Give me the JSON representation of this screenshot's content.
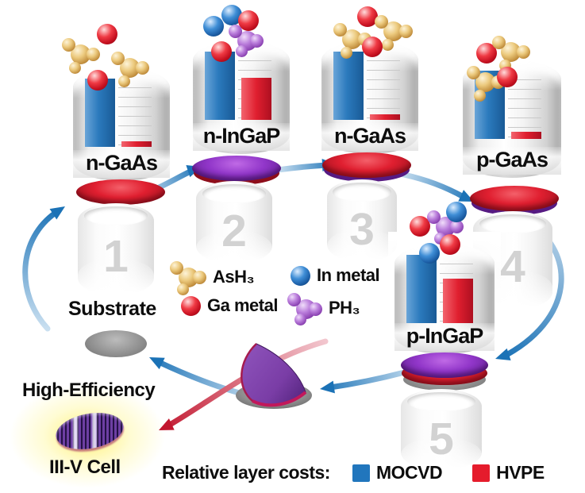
{
  "diagram": {
    "title_implied": "Cyclic III-V solar cell growth process",
    "colors": {
      "mocvd_blue": "#2176bd",
      "hvpe_red": "#e51c2c",
      "arrow_blue": "#1b72b6",
      "arrow_red": "#c2172f",
      "wafer_purple": "#9136c9",
      "substrate_gray": "#8f8f8f",
      "number_gray": "#d2d2d2",
      "glow_yellow": "#fff16e"
    },
    "stations": [
      {
        "number": "1",
        "layer_label": "n-GaAs",
        "wafer_color": "red",
        "gases": [
          "AsH₃",
          "Ga metal"
        ],
        "costs": {
          "mocvd": 1.0,
          "hvpe": 0.08
        }
      },
      {
        "number": "2",
        "layer_label": "n-InGaP",
        "wafer_color": "purple",
        "gases": [
          "In metal",
          "Ga metal",
          "PH₃"
        ],
        "costs": {
          "mocvd": 1.0,
          "hvpe": 0.62
        }
      },
      {
        "number": "3",
        "layer_label": "n-GaAs",
        "wafer_color": "red",
        "gases": [
          "AsH₃",
          "Ga metal"
        ],
        "costs": {
          "mocvd": 1.0,
          "hvpe": 0.08
        }
      },
      {
        "number": "4",
        "layer_label": "p-GaAs",
        "wafer_color": "red",
        "gases": [
          "AsH₃",
          "Ga metal"
        ],
        "costs": {
          "mocvd": 1.0,
          "hvpe": 0.1
        }
      },
      {
        "number": "5",
        "layer_label": "p-InGaP",
        "wafer_color": "purple-red-gray stack",
        "gases": [
          "PH₃",
          "In metal",
          "Ga metal"
        ],
        "costs": {
          "mocvd": 1.0,
          "hvpe": 0.65
        }
      }
    ],
    "molecule_legend": [
      {
        "name": "AsH₃",
        "icon": "gold-cluster-icon"
      },
      {
        "name": "Ga metal",
        "icon": "red-sphere-icon"
      },
      {
        "name": "In metal",
        "icon": "blue-sphere-icon"
      },
      {
        "name": "PH₃",
        "icon": "purple-cluster-icon"
      }
    ],
    "labels": {
      "substrate": "Substrate",
      "high_efficiency": "High-Efficiency",
      "cell": "III-V Cell"
    },
    "cost_legend": {
      "title": "Relative layer costs:",
      "items": [
        {
          "label": "MOCVD",
          "color": "#2176bd"
        },
        {
          "label": "HVPE",
          "color": "#e51c2c"
        }
      ]
    }
  },
  "chart_data": [
    {
      "type": "bar",
      "title": "Station 1 n-GaAs relative layer cost",
      "categories": [
        "MOCVD",
        "HVPE"
      ],
      "values": [
        1.0,
        0.08
      ],
      "ylim": [
        0,
        1
      ],
      "grid": true
    },
    {
      "type": "bar",
      "title": "Station 2 n-InGaP relative layer cost",
      "categories": [
        "MOCVD",
        "HVPE"
      ],
      "values": [
        1.0,
        0.62
      ],
      "ylim": [
        0,
        1
      ],
      "grid": true
    },
    {
      "type": "bar",
      "title": "Station 3 n-GaAs relative layer cost",
      "categories": [
        "MOCVD",
        "HVPE"
      ],
      "values": [
        1.0,
        0.08
      ],
      "ylim": [
        0,
        1
      ],
      "grid": true
    },
    {
      "type": "bar",
      "title": "Station 4 p-GaAs relative layer cost",
      "categories": [
        "MOCVD",
        "HVPE"
      ],
      "values": [
        1.0,
        0.1
      ],
      "ylim": [
        0,
        1
      ],
      "grid": true
    },
    {
      "type": "bar",
      "title": "Station 5 p-InGaP relative layer cost",
      "categories": [
        "MOCVD",
        "HVPE"
      ],
      "values": [
        1.0,
        0.65
      ],
      "ylim": [
        0,
        1
      ],
      "grid": true
    }
  ]
}
